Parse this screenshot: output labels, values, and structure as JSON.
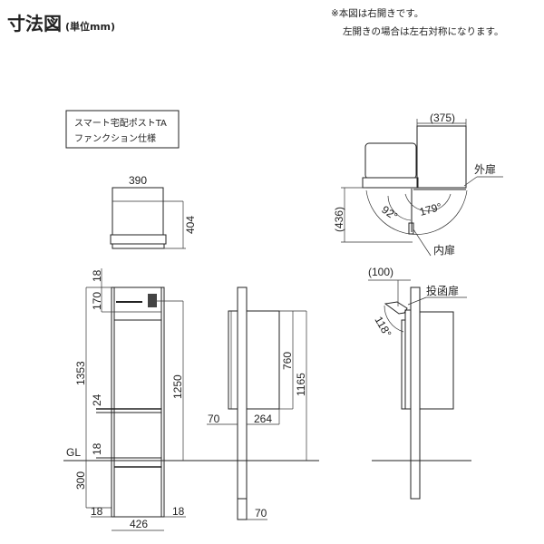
{
  "header": {
    "title": "寸法図",
    "unit": "(単位mm)"
  },
  "notes": [
    "※本図は右開きです。",
    "左開きの場合は左右対称になります。"
  ],
  "product_label": [
    "スマート宅配ポストTA",
    "ファンクション仕様"
  ],
  "top_view": {
    "width": "390",
    "depth": "404"
  },
  "front_view": {
    "top_gap": "18",
    "top_section": "170",
    "total_height": "1353",
    "mid_gap": "24",
    "bottom_gap": "18",
    "gl": "GL",
    "buried": "300",
    "left_post": "18",
    "right_post": "18",
    "width": "426",
    "height_above_gl": "1250"
  },
  "side_view": {
    "door": "70",
    "depth": "264",
    "box_height": "760",
    "top_height": "1165",
    "post": "70"
  },
  "plan_view": {
    "depth": "(375)",
    "swing": "(436)",
    "outer_door": "外扉",
    "inner_door": "内扉",
    "outer_angle": "179°",
    "inner_angle": "92°"
  },
  "right_view": {
    "projection": "(100)",
    "slot_door": "投函扉",
    "angle": "118°"
  }
}
